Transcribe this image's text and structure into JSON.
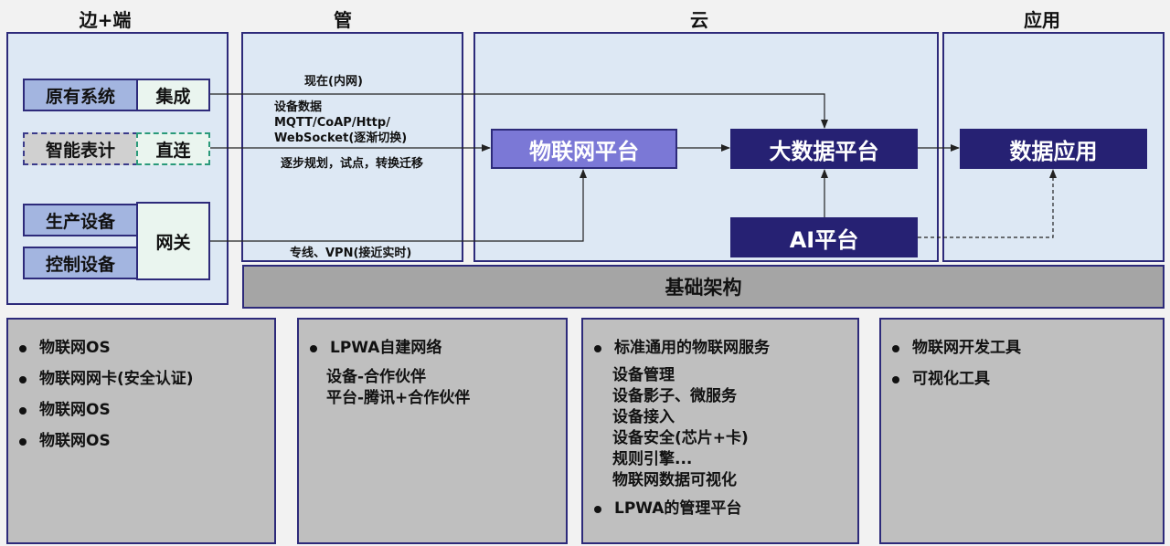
{
  "columns": {
    "edge": "边+端",
    "pipe": "管",
    "cloud": "云",
    "app": "应用"
  },
  "edge": {
    "legacy": "原有系统",
    "integrate": "集成",
    "smart_meter": "智能表计",
    "direct": "直连",
    "production": "生产设备",
    "control": "控制设备",
    "gateway": "网关"
  },
  "pipe": {
    "now_intranet": "现在(内网)",
    "device_data": "设备数据",
    "protocols": "MQTT/CoAP/Http/",
    "websocket": "WebSocket(逐渐切换)",
    "plan": "逐步规划，试点，转换迁移",
    "leased": "专线、VPN(接近实时)"
  },
  "cloud": {
    "iot_platform": "物联网平台",
    "bigdata": "大数据平台",
    "ai": "AI平台"
  },
  "app": {
    "data_app": "数据应用"
  },
  "infra": "基础架构",
  "bottom": {
    "edge": {
      "items": [
        "物联网OS",
        "物联网网卡(安全认证)",
        "物联网OS",
        "物联网OS"
      ]
    },
    "pipe": {
      "title": "LPWA自建网络",
      "sub": [
        "设备-合作伙伴",
        "平台-腾讯+合作伙伴"
      ]
    },
    "cloud": {
      "title": "标准通用的物联网服务",
      "sub": [
        "设备管理",
        "设备影子、微服务",
        "设备接入",
        "设备安全(芯片+卡)",
        "规则引擎...",
        "物联网数据可视化"
      ],
      "last": "LPWA的管理平台"
    },
    "app": {
      "items": [
        "物联网开发工具",
        "可视化工具"
      ]
    }
  }
}
